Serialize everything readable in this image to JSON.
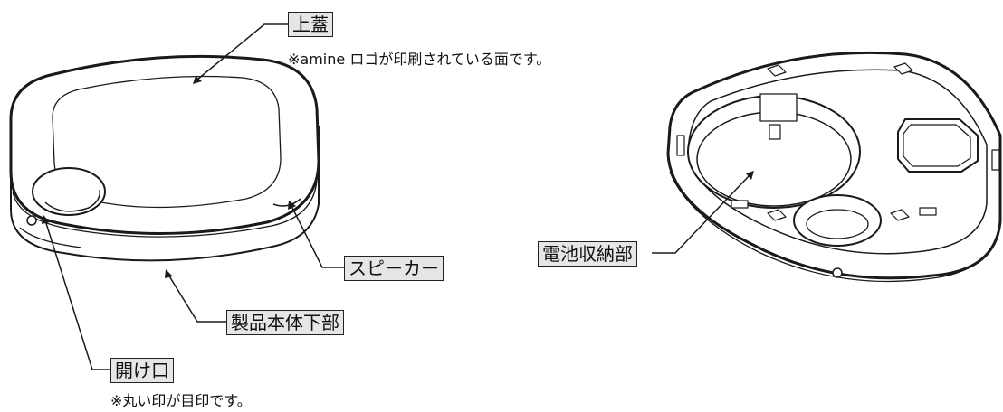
{
  "labels": {
    "top_lid": "上蓋",
    "speaker": "スピーカー",
    "body_bottom": "製品本体下部",
    "opening": "開け口",
    "battery_compartment": "電池収納部"
  },
  "notes": {
    "top_lid_note": "※amine ロゴが印刷されている面です。",
    "opening_note": "※丸い印が目印です。"
  }
}
